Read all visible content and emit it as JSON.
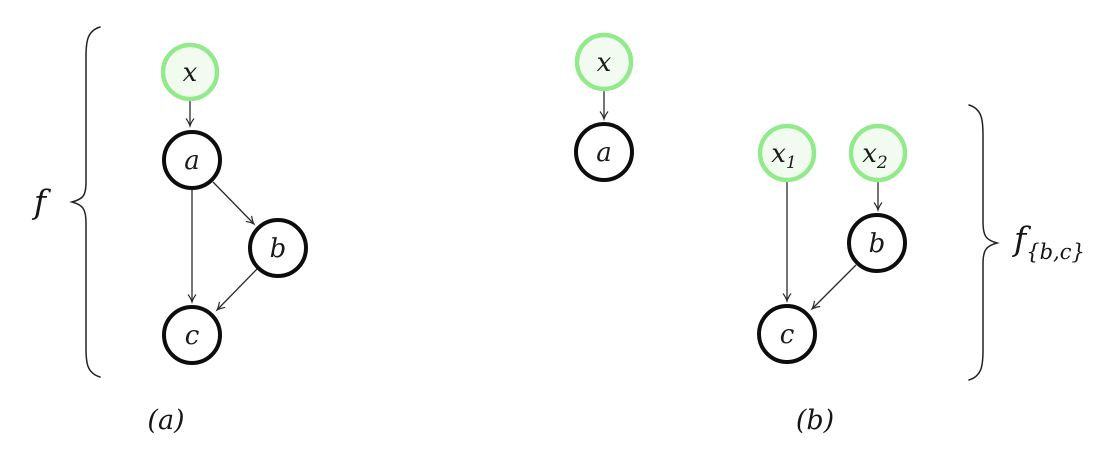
{
  "colors": {
    "background": "#ffffff",
    "input_node_stroke": "#93ea8c",
    "input_node_fill": "#f2fbef",
    "node_stroke": "#0d0d0d",
    "node_fill": "#ffffff",
    "edge_color": "#2b2b2b"
  },
  "panel_a": {
    "caption": "(a)",
    "brace_label": "f",
    "nodes": {
      "x": {
        "label": "x",
        "type": "input"
      },
      "a": {
        "label": "a",
        "type": "internal"
      },
      "b": {
        "label": "b",
        "type": "internal"
      },
      "c": {
        "label": "c",
        "type": "internal"
      }
    },
    "edges": [
      "x→a",
      "a→b",
      "a→c",
      "b→c"
    ]
  },
  "panel_b": {
    "caption": "(b)",
    "brace_label": {
      "base": "f",
      "subscript": "{b,c}"
    },
    "left_graph": {
      "nodes": {
        "x": {
          "label": "x",
          "type": "input"
        },
        "a": {
          "label": "a",
          "type": "internal"
        }
      },
      "edges": [
        "x→a"
      ]
    },
    "right_graph": {
      "nodes": {
        "x1": {
          "label_base": "x",
          "label_sub": "1",
          "type": "input"
        },
        "x2": {
          "label_base": "x",
          "label_sub": "2",
          "type": "input"
        },
        "b": {
          "label": "b",
          "type": "internal"
        },
        "c": {
          "label": "c",
          "type": "internal"
        }
      },
      "edges": [
        "x1→c",
        "x2→b",
        "b→c"
      ]
    }
  }
}
